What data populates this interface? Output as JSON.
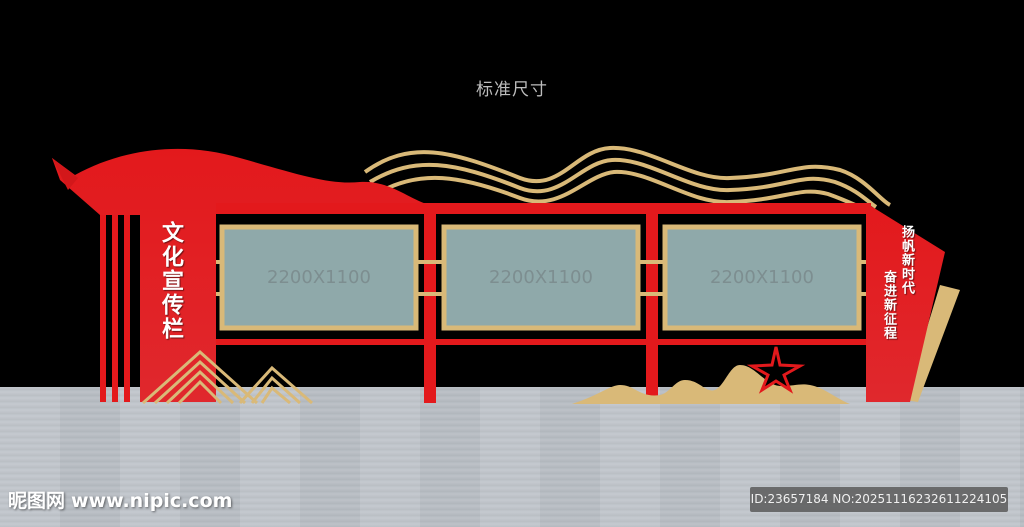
{
  "header": {
    "title": "标准尺寸"
  },
  "billboard": {
    "left_slogan": "文化宣传栏",
    "right_slogan_line1": "扬帆新时代",
    "right_slogan_line2": "奋进新征程",
    "panels": [
      {
        "label": "2200X1100"
      },
      {
        "label": "2200X1100"
      },
      {
        "label": "2200X1100"
      }
    ]
  },
  "colors": {
    "background": "#000000",
    "red": "#e3191c",
    "gold": "#d9b978",
    "panel_fill": "#8fa9aa",
    "floor": "#bdc2c8"
  },
  "watermark": {
    "brand": "昵图网",
    "url": "www.nipic.com",
    "id_text": "ID:23657184 NO:20251116232611224105"
  }
}
